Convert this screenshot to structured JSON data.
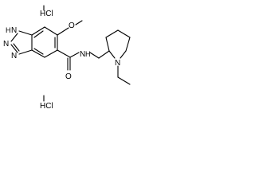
{
  "structure": {
    "salt_top": "HCl",
    "salt_bottom": "HCl",
    "atoms": {
      "n_h": "N",
      "h_on_n": "H",
      "n_mid": "N",
      "n_lower": "N",
      "o_methoxy": "O",
      "o_carbonyl": "O",
      "n_amide": "N",
      "h_amide": "H",
      "n_ring": "N"
    }
  }
}
